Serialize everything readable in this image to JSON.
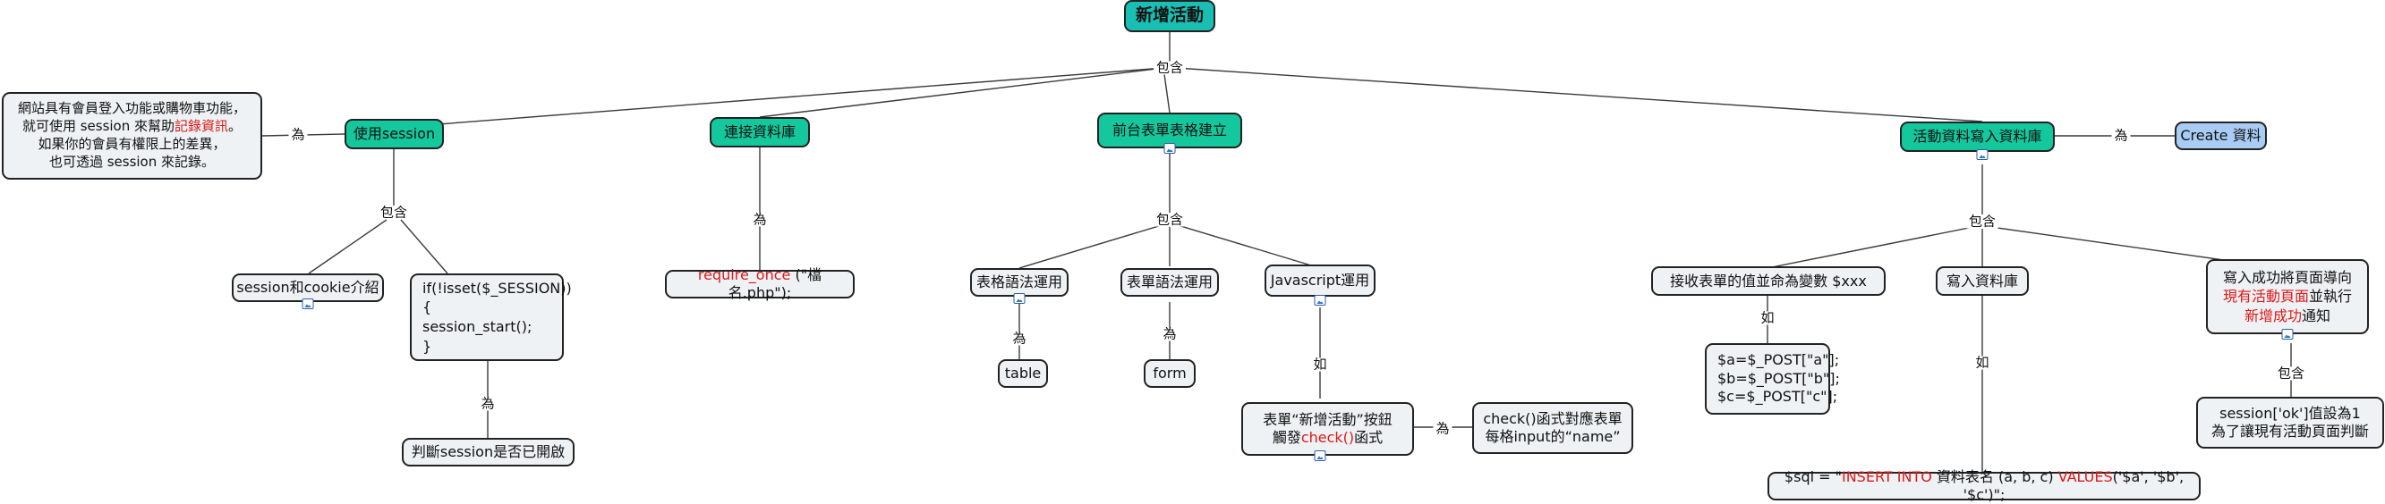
{
  "root": "新增活動",
  "labels": {
    "root_contains": "包含",
    "session_for": "為",
    "session_contains": "包含",
    "require_for": "為",
    "isset_for": "為",
    "form_contains": "包含",
    "table_for": "為",
    "form_for": "為",
    "js_eg": "如",
    "check_for": "為",
    "write_for": "為",
    "write_contains": "包含",
    "receive_eg": "如",
    "insert_eg": "如",
    "redirect_contains": "包含"
  },
  "nodes": {
    "session": {
      "title": "使用session",
      "note": [
        {
          "t": "網站具有會員登入功能或購物車功能，\n就可使用 session 來幫助"
        },
        {
          "t": "記錄資訊",
          "red": true
        },
        {
          "t": "。\n如果你的會員有權限上的差異，\n也可透過 session 來記錄。"
        }
      ],
      "cookie": "session和cookie介紹",
      "isset": "if(!isset($_SESSION))\n{\n   session_start();\n}",
      "judge": "判斷session是否已開啟"
    },
    "db": {
      "title": "連接資料庫",
      "require": [
        {
          "t": "require_once",
          "red": true
        },
        {
          "t": " (\"檔名.php\");"
        }
      ]
    },
    "form": {
      "title": "前台表單表格建立",
      "table_use": "表格語法運用",
      "form_use": "表單語法運用",
      "js_use": "Javascript運用",
      "table": "table",
      "form": "form",
      "button": [
        {
          "t": "表單“新增活動”按鈕\n觸發"
        },
        {
          "t": "check()",
          "red": true
        },
        {
          "t": "函式"
        }
      ],
      "check": "check()函式對應表單\n每格input的“name”"
    },
    "write": {
      "title": "活動資料寫入資料庫",
      "create": "Create 資料",
      "receive": "接收表單的值並命為變數 $xxx",
      "vars": "$a=$_POST[\"a\"];\n$b=$_POST[\"b\"];\n$c=$_POST[\"c\"];",
      "insert": "寫入資料庫",
      "sql": [
        {
          "t": "$sql = \""
        },
        {
          "t": "INSERT INTO",
          "red": true
        },
        {
          "t": " 資料表名 (a, b, c) "
        },
        {
          "t": "VALUES",
          "red": true
        },
        {
          "t": "('$a', '$b', '$c')\";"
        }
      ],
      "redirect": [
        {
          "t": "寫入成功將頁面導向\n"
        },
        {
          "t": "現有活動頁面",
          "red": true
        },
        {
          "t": "並執行\n"
        },
        {
          "t": "新增成功",
          "red": true
        },
        {
          "t": "通知"
        }
      ],
      "ok": "session['ok']值設為1\n為了讓現有活動頁面判斷"
    }
  }
}
